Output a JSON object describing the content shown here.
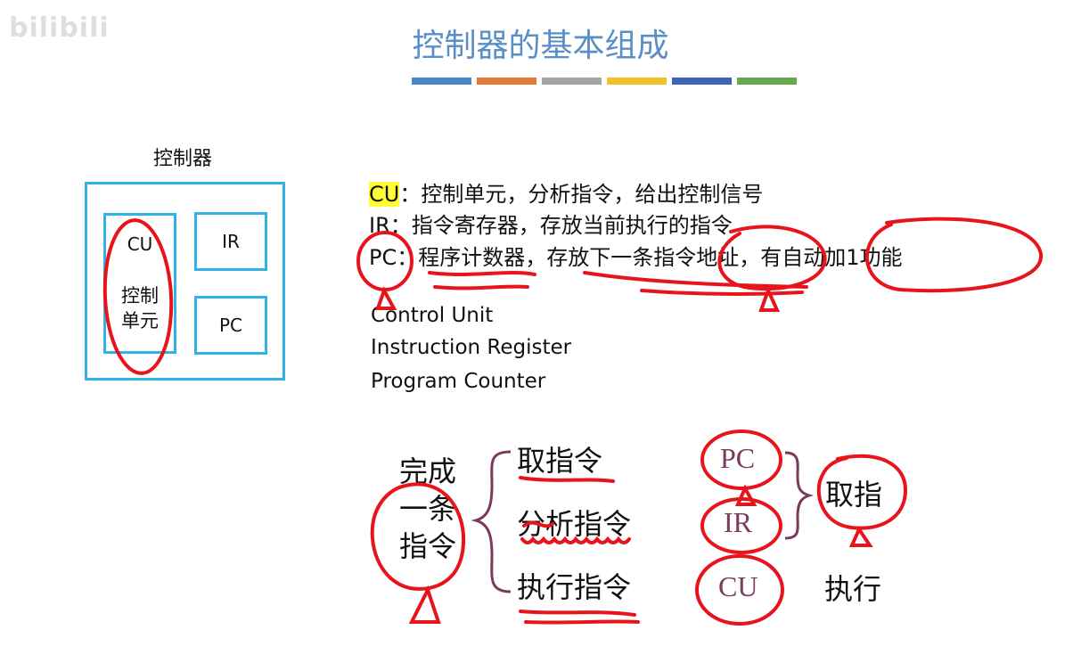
{
  "watermark": "bilibili",
  "title": "控制器的基本组成",
  "stripes": [
    "#4a86c5",
    "#e07b39",
    "#a5a5a5",
    "#f2c12e",
    "#3f64b4",
    "#6aa84f"
  ],
  "diagram": {
    "label": "控制器",
    "cu": "CU",
    "cu_sub_1": "控制",
    "cu_sub_2": "单元",
    "ir": "IR",
    "pc": "PC",
    "border_color": "#32b2e8"
  },
  "definitions": {
    "cu_term": "CU",
    "cu_text": "：控制单元，分析指令，给出控制信号",
    "ir_term": "IR",
    "ir_text": "：指令寄存器，存放当前执行的指令",
    "pc_term": "PC",
    "pc_text": "：程序计数器，存放下一条指令地址，有自动加1功能"
  },
  "english": {
    "cu": "Control Unit",
    "ir": "Instruction Register",
    "pc": "Program Counter"
  },
  "flow": {
    "complete_1": "完成",
    "complete_2": "一条",
    "complete_3": "指令",
    "step1": "取指令",
    "step2": "分析指令",
    "step3": "执行指令",
    "reg_pc": "PC",
    "reg_ir": "IR",
    "reg_cu": "CU",
    "fetch": "取指",
    "execute": "执行"
  },
  "ink_color": "#e8141b"
}
